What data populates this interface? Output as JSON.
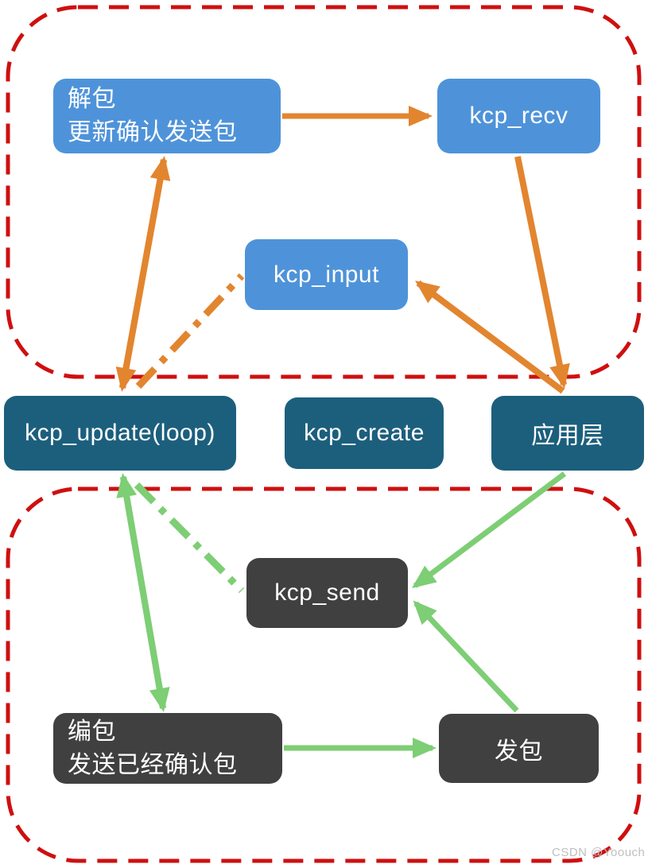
{
  "nodes": {
    "unpack": {
      "line1": "解包",
      "line2": "更新确认发送包"
    },
    "kcp_recv": {
      "label": "kcp_recv"
    },
    "kcp_input": {
      "label": "kcp_input"
    },
    "kcp_update": {
      "label": "kcp_update(loop)"
    },
    "kcp_create": {
      "label": "kcp_create"
    },
    "app_layer": {
      "label": "应用层"
    },
    "kcp_send": {
      "label": "kcp_send"
    },
    "encode": {
      "line1": "编包",
      "line2": "发送已经确认包"
    },
    "send_packet": {
      "label": "发包"
    }
  },
  "watermark": "CSDN @Yoouch",
  "colors": {
    "node_blue": "#4E93D9",
    "node_teal": "#1C5F7D",
    "node_gray": "#404040",
    "arrow_orange": "#E2852F",
    "arrow_green": "#7DCE74",
    "region_dashed_red": "#CF0F0F",
    "node_text": "#FFFFFF"
  }
}
